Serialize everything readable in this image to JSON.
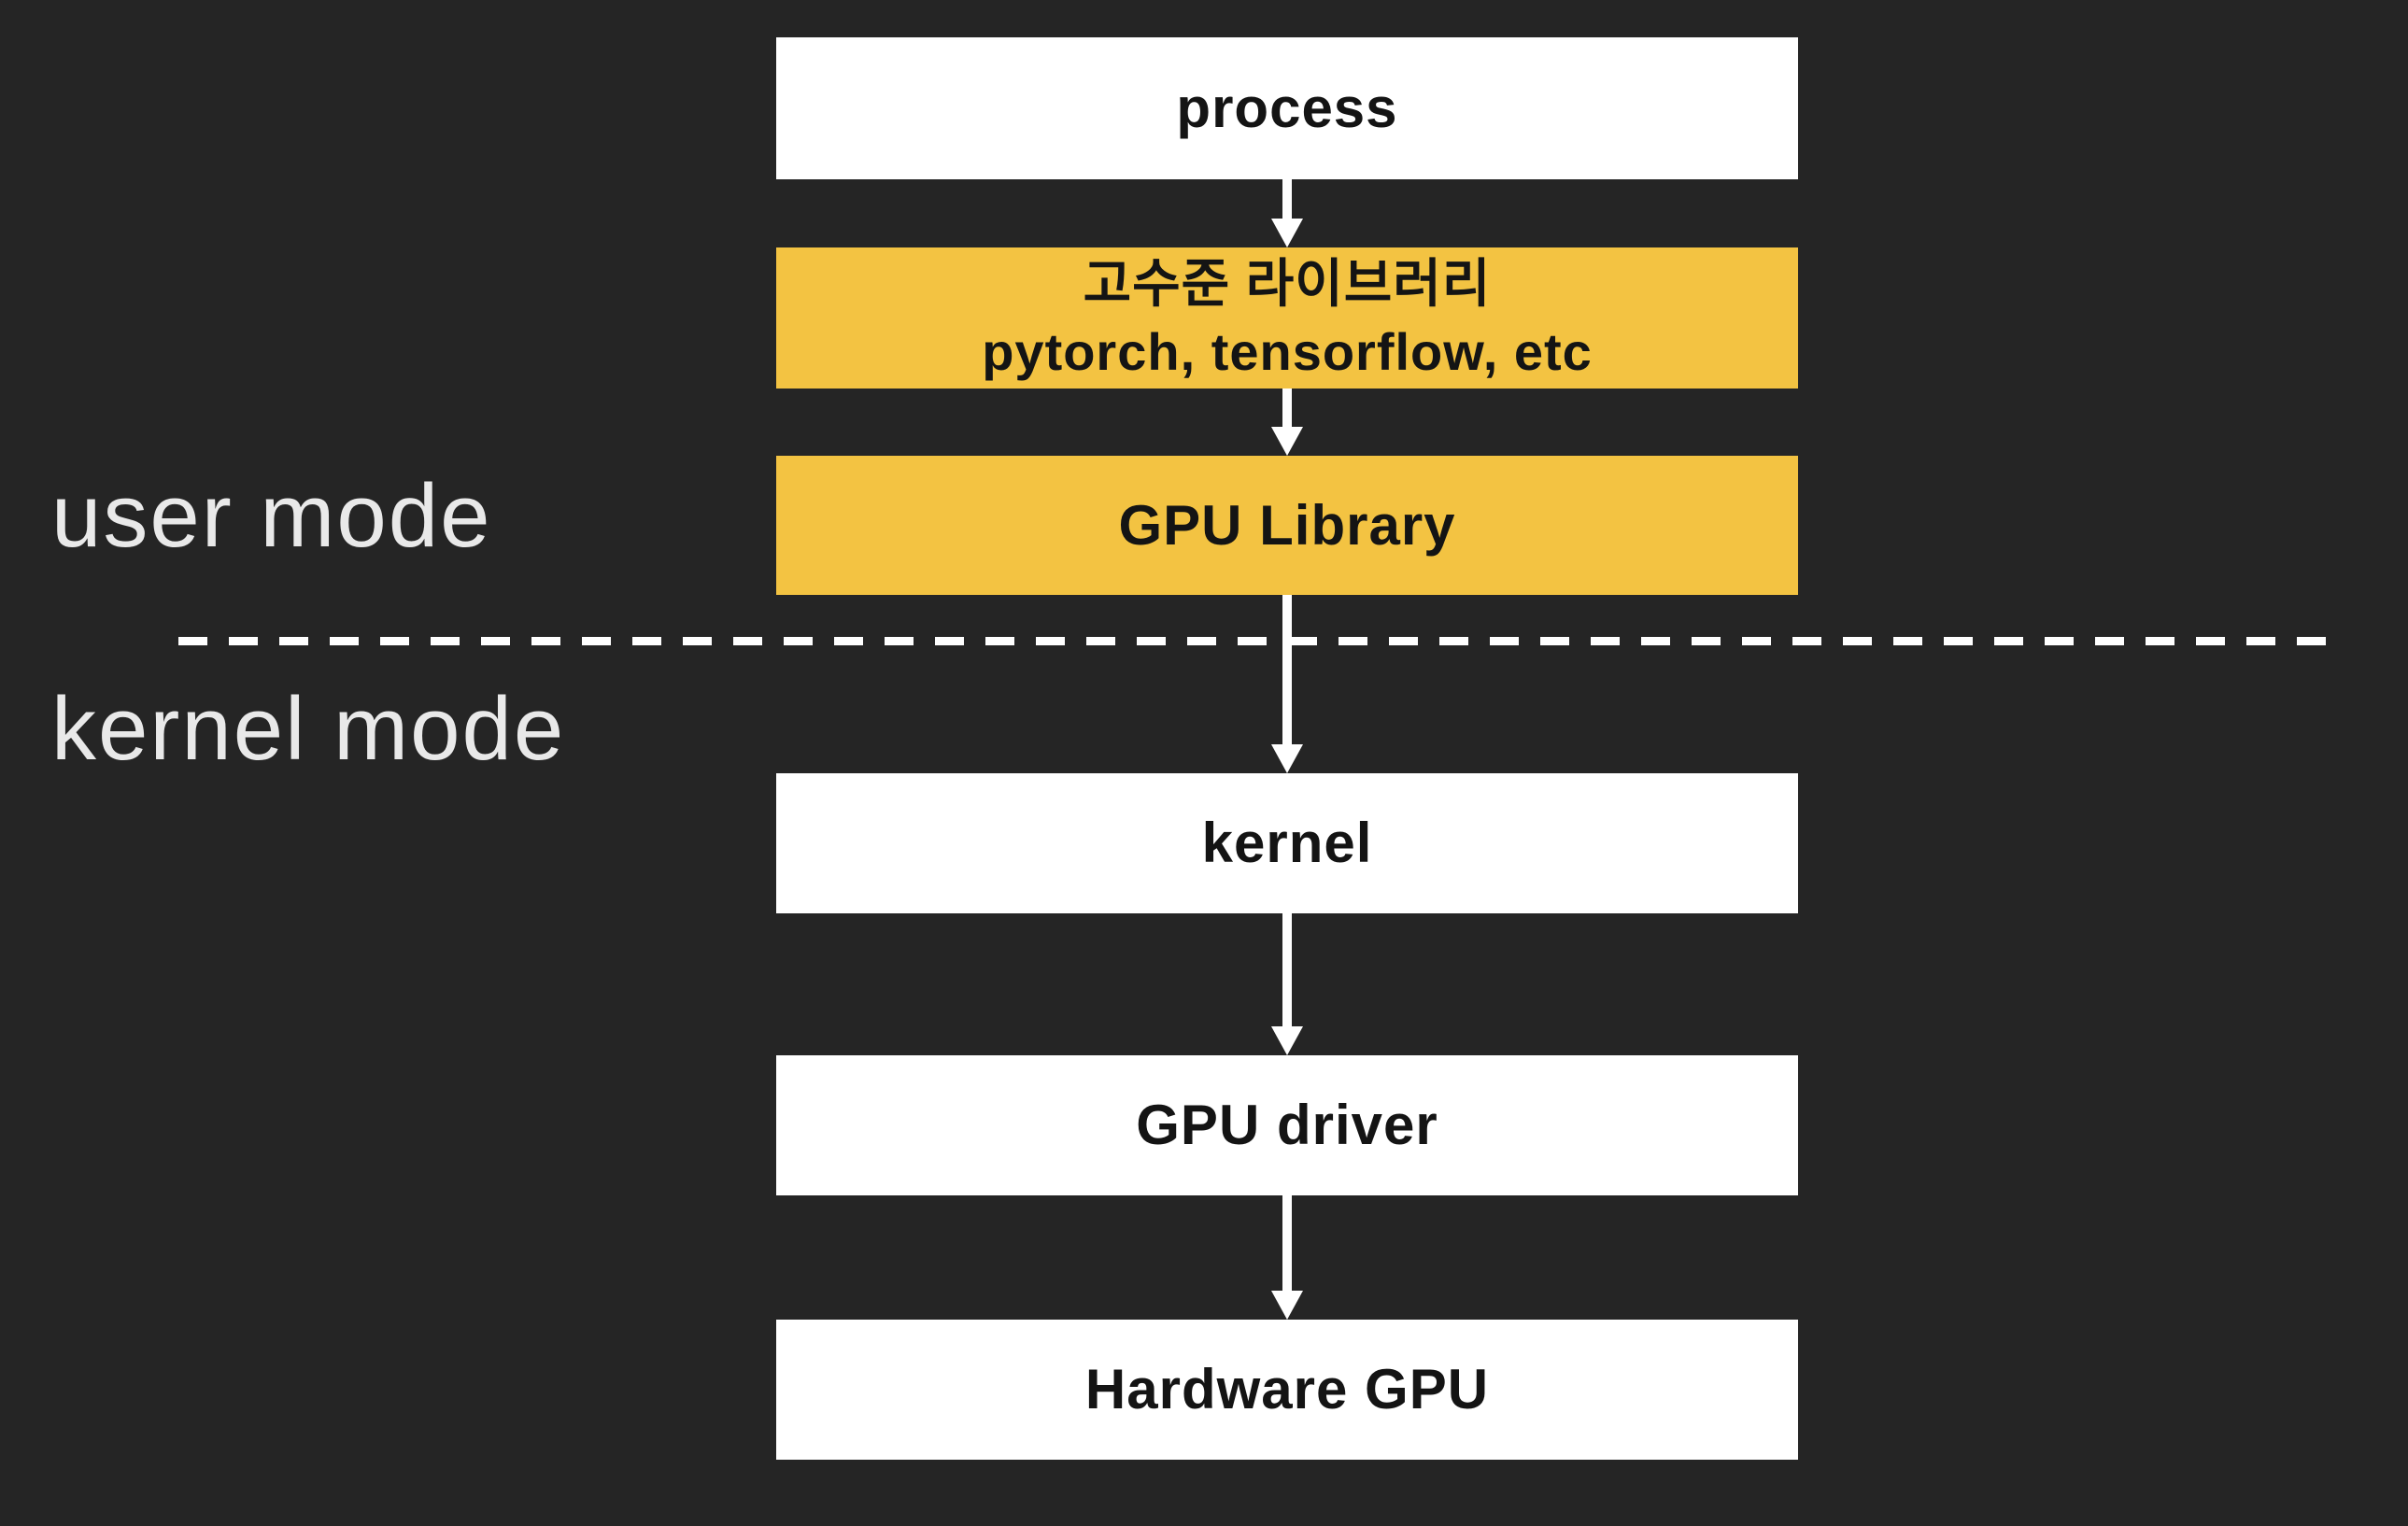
{
  "canvas": {
    "background": "#252525"
  },
  "colors": {
    "background": "#252525",
    "box_white": "#FFFFFF",
    "accent_yellow": "#F3C342",
    "node_text": "#141414",
    "mode_label_text": "#E9E9E9",
    "arrow": "#FFFFFF",
    "divider_dash": "#FFFFFF"
  },
  "mode_labels": {
    "user": "user mode",
    "kernel": "kernel mode"
  },
  "nodes": [
    {
      "id": "process",
      "label": "process",
      "fill": "#FFFFFF"
    },
    {
      "id": "high-level-library",
      "lines": [
        "고수준 라이브러리",
        "pytorch, tensorflow, etc"
      ],
      "fill": "#F3C342"
    },
    {
      "id": "gpu-library",
      "label": "GPU Library",
      "fill": "#F3C342"
    },
    {
      "id": "kernel",
      "label": "kernel",
      "fill": "#FFFFFF"
    },
    {
      "id": "gpu-driver",
      "label": "GPU driver",
      "fill": "#FFFFFF"
    },
    {
      "id": "hardware-gpu",
      "label": "Hardware GPU",
      "fill": "#FFFFFF"
    }
  ],
  "connections": [
    {
      "from": "process",
      "to": "high-level-library"
    },
    {
      "from": "high-level-library",
      "to": "gpu-library"
    },
    {
      "from": "gpu-library",
      "to": "kernel"
    },
    {
      "from": "kernel",
      "to": "gpu-driver"
    },
    {
      "from": "gpu-driver",
      "to": "hardware-gpu"
    }
  ]
}
